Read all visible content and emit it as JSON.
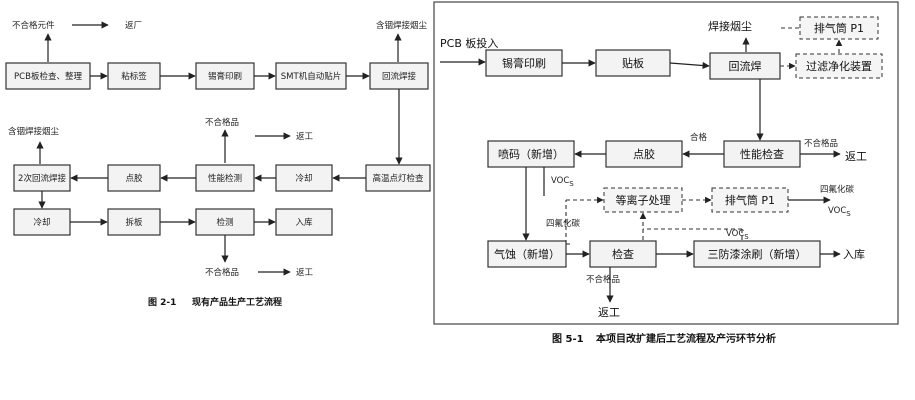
{
  "left_figure": {
    "caption_no": "图 2-1",
    "caption": "现有产品生产工艺流程",
    "nodes": {
      "pcb": "PCB板检查、整理",
      "sticker": "粘标签",
      "print": "锡膏印刷",
      "smt": "SMT机自动贴片",
      "reflow": "回流焊接",
      "reflow2": "2次回流焊接",
      "glue": "点胶",
      "perf": "性能检测",
      "cool1": "冷却",
      "hiptest": "高温点灯检查",
      "cool2": "冷却",
      "split": "拆板",
      "inspect": "检测",
      "store": "入库"
    },
    "labels": {
      "reject_parts": "不合格元件",
      "return_factory": "返厂",
      "lead_fume_top": "含铟焊接烟尘",
      "lead_fume_left": "含铟焊接烟尘",
      "rework1": "返工",
      "reject1": "不合格品",
      "rework2": "返工",
      "reject2": "不合格品"
    }
  },
  "right_figure": {
    "caption_no": "图 5-1",
    "caption": "本项目改扩建后工艺流程及产污环节分析",
    "nodes": {
      "print": "锡膏印刷",
      "mount": "贴板",
      "reflow": "回流焊",
      "exhaust_top": "排气筒 P1",
      "filter": "过滤净化装置",
      "perf": "性能检查",
      "glue": "点胶",
      "code": "喷码（新增）",
      "plasma": "等离子处理",
      "exhaust_mid": "排气筒 P1",
      "etch": "气蚀（新增）",
      "check": "检查",
      "coat": "三防漆涂刷（新增）"
    },
    "labels": {
      "input": "PCB 板投入",
      "weld_fume": "焊接烟尘",
      "pass": "合格",
      "reject1": "不合格品",
      "rework1": "返工",
      "voc_a": "VOC",
      "voc_b": "VOC",
      "sub_s": "S",
      "cf4_a": "四氟化碳",
      "cf4_b": "四氟化碳",
      "voc_c": "VOC",
      "store": "入库",
      "reject2": "不合格品",
      "rework2": "返工"
    }
  }
}
